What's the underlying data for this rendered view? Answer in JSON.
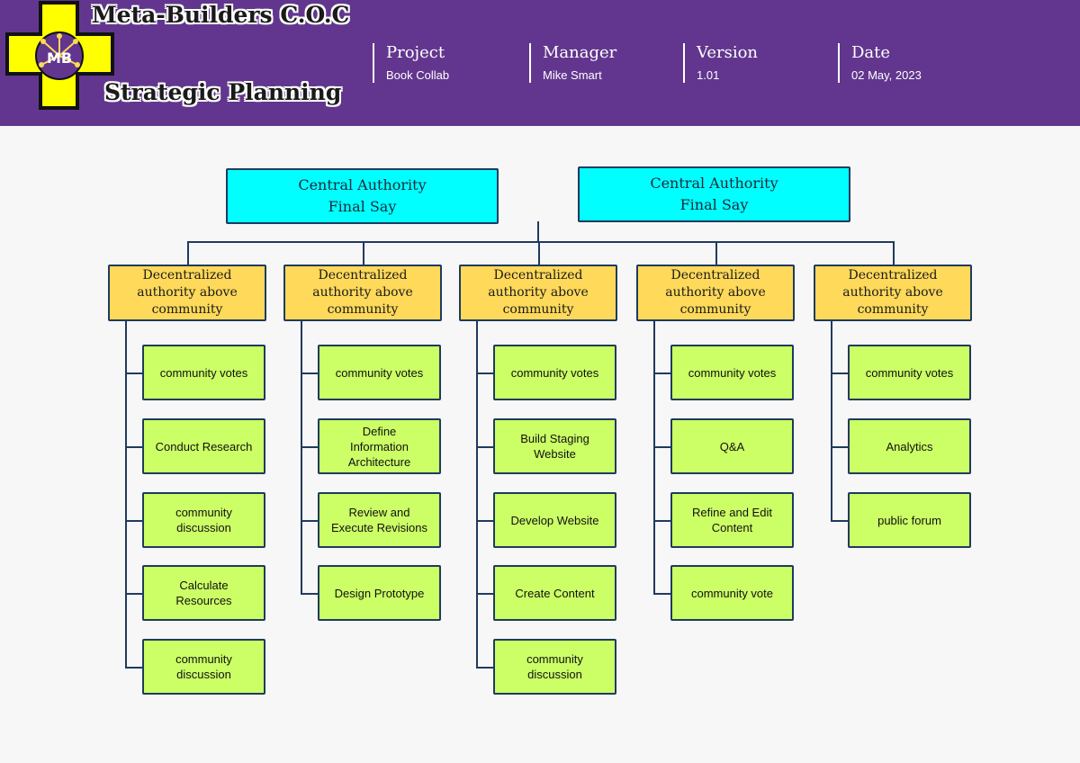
{
  "header": {
    "brand_title": "Meta-Builders C.O.C",
    "brand_subtitle": "Strategic Planning",
    "logo_mark": "MB",
    "meta": [
      {
        "label": "Project",
        "value": "Book Collab"
      },
      {
        "label": "Manager",
        "value": "Mike Smart"
      },
      {
        "label": "Version",
        "value": "1.01"
      },
      {
        "label": "Date",
        "value": "02 May, 2023"
      }
    ]
  },
  "chart": {
    "central_nodes": [
      "Central Authority\nFinal Say",
      "Central Authority\nFinal Say"
    ],
    "columns": [
      {
        "title": "Decentralized\nauthority  above\ncommunity",
        "tasks": [
          "community votes",
          "Conduct Research",
          "community\ndiscussion",
          "Calculate\nResources",
          "community\ndiscussion"
        ]
      },
      {
        "title": "Decentralized\nauthority above\ncommunity",
        "tasks": [
          "community votes",
          "Define\nInformation\nArchitecture",
          "Review and\nExecute Revisions",
          "Design Prototype"
        ]
      },
      {
        "title": "Decentralized\nauthority above\ncommunity",
        "tasks": [
          "community votes",
          "Build Staging\nWebsite",
          "Develop Website",
          "Create Content",
          "community\ndiscussion"
        ]
      },
      {
        "title": "Decentralized\nauthority above\ncommunity",
        "tasks": [
          "community votes",
          "Q&A",
          "Refine and Edit\nContent",
          "community vote"
        ]
      },
      {
        "title": "Decentralized\nauthority above\ncommunity",
        "tasks": [
          "community votes",
          "Analytics",
          "public forum"
        ]
      }
    ]
  },
  "colors": {
    "header_bg": "#62368e",
    "central_fill": "#00ffff",
    "decentralized_fill": "#ffd95a",
    "task_fill": "#ccff66",
    "border": "#1f3b5e",
    "logo_cross": "#ffff00"
  }
}
